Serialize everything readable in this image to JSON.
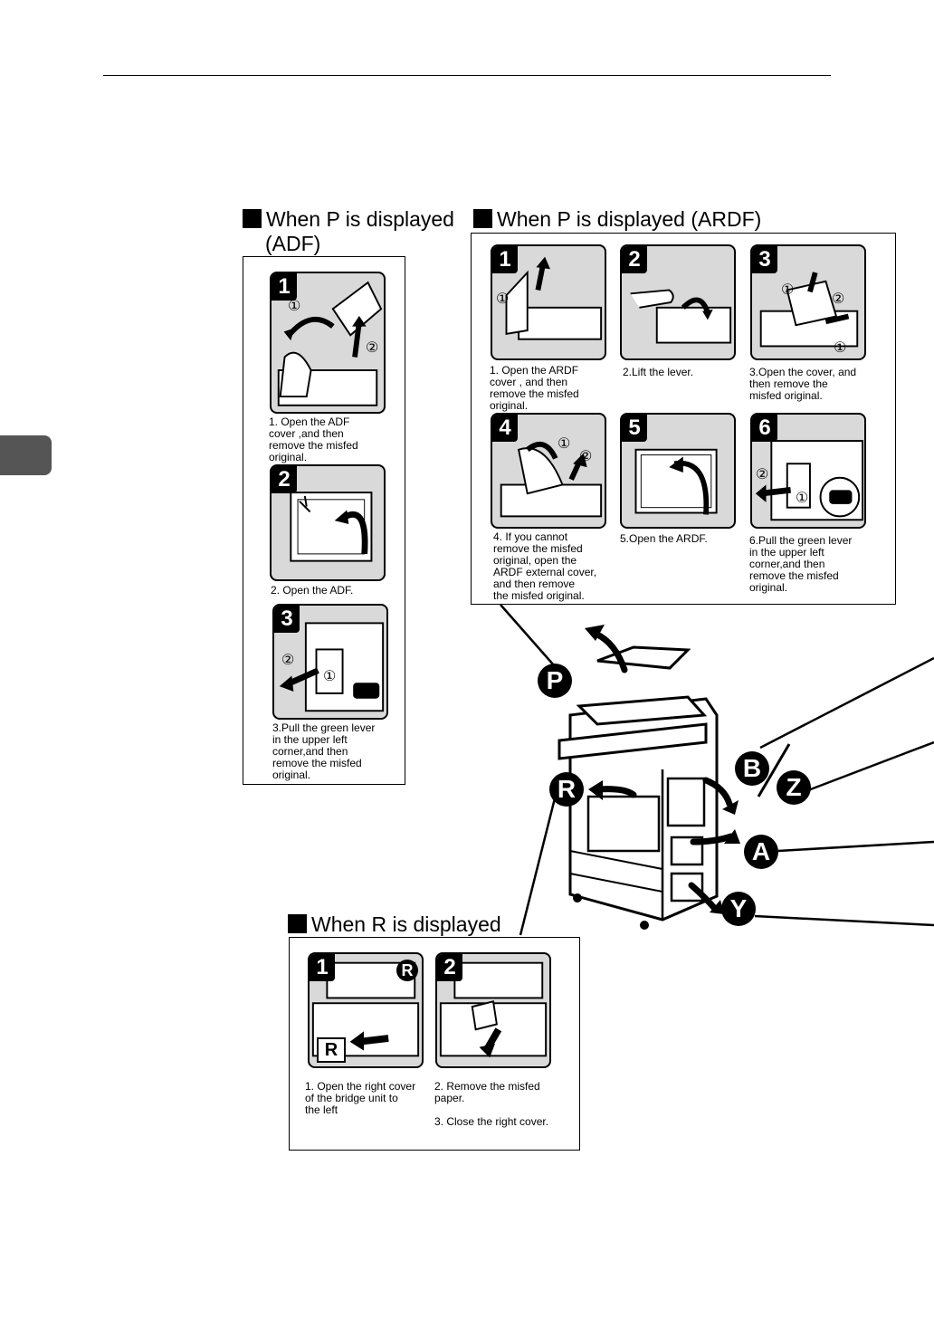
{
  "sections": {
    "adf": {
      "title": "When P is displayed",
      "title2": "(ADF)",
      "steps": [
        {
          "num": "1",
          "caption": "1. Open the ADF\n    cover ,and then\n    remove the misfed\n    original."
        },
        {
          "num": "2",
          "caption": "2. Open the ADF."
        },
        {
          "num": "3",
          "caption": "3.Pull the green lever\n    in the upper left\n    corner,and then\n    remove the misfed\n    original."
        }
      ]
    },
    "ardf": {
      "title": "When P is displayed (ARDF)",
      "steps": [
        {
          "num": "1",
          "caption": "1. Open the ARDF\n    cover , and then\n    remove the misfed\n    original."
        },
        {
          "num": "2",
          "caption": "2.Lift the lever."
        },
        {
          "num": "3",
          "caption": "3.Open the cover, and\n    then remove the\n    misfed original."
        },
        {
          "num": "4",
          "caption": "4. If you cannot\n    remove the misfed\n    original, open the\n    ARDF external cover,\n    and then remove\n    the misfed original."
        },
        {
          "num": "5",
          "caption": "5.Open the ARDF."
        },
        {
          "num": "6",
          "caption": "6.Pull the green lever\n    in the upper left\n    corner,and then\n    remove the misfed\n    original."
        }
      ]
    },
    "r": {
      "title": "When R is displayed",
      "steps": [
        {
          "num": "1",
          "caption": "1. Open the right cover\n    of the bridge unit to\n    the left",
          "tag": "R"
        },
        {
          "num": "2",
          "caption": "2. Remove the misfed\n    paper.\n\n3. Close the right cover."
        }
      ]
    }
  },
  "locations": {
    "p": "P",
    "r": "R",
    "b": "B",
    "z": "Z",
    "a": "A",
    "y": "Y"
  },
  "markers": {
    "one": "①",
    "two": "②"
  }
}
